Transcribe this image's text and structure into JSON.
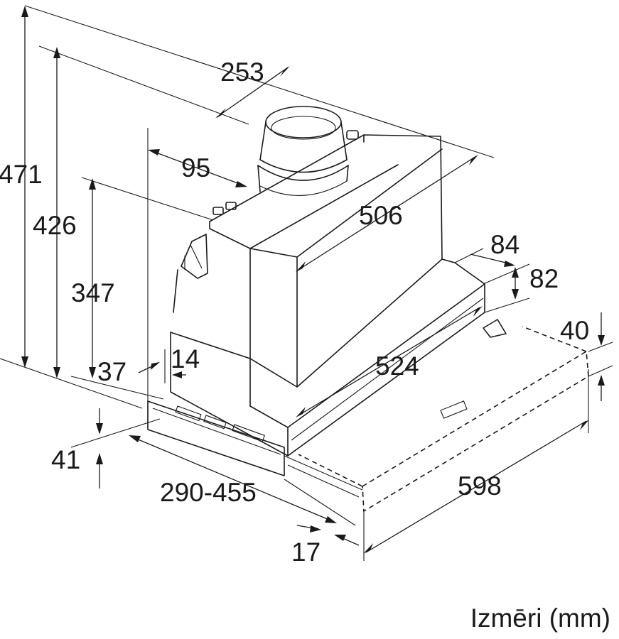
{
  "dimensions": {
    "overall_height": "471",
    "height_without_duct": "426",
    "body_height": "347",
    "front_offset": "37",
    "panel_thickness": "14",
    "lower_height": "41",
    "duct_width": "253",
    "duct_offset": "95",
    "body_depth": "506",
    "rear_step": "84",
    "rear_step_height": "82",
    "slide_depth": "524",
    "visor_height": "40",
    "extension_range": "290-455",
    "visor_overhang": "17",
    "overall_width": "598"
  },
  "caption": "Izmēri (mm)",
  "colors": {
    "line": "#1a1a1a",
    "background": "#ffffff"
  }
}
